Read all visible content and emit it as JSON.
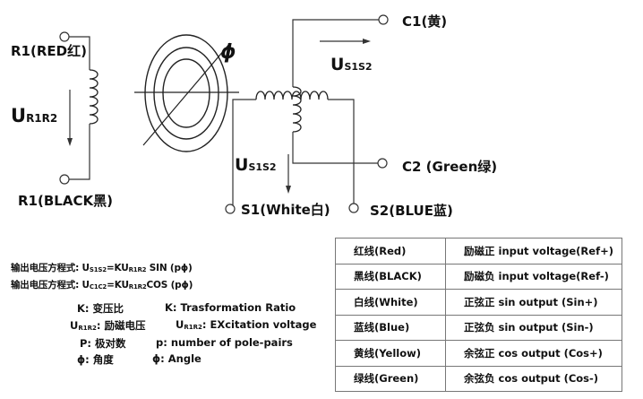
{
  "diagram": {
    "r1_red": "R1(RED红)",
    "r1_black": "R1(BLACK黑)",
    "u_r1r2": {
      "main": "U",
      "sub": "R1R2"
    },
    "phi": "ϕ",
    "c1": "C1(黄)",
    "c2": "C2 (Green绿)",
    "s1": "S1(White白)",
    "s2": "S2(BLUE蓝)",
    "u_s1s2_top": {
      "main": "U",
      "sub": "S1S2"
    },
    "u_s1s2_mid": {
      "main": "U",
      "sub": "S1S2"
    }
  },
  "formulas": [
    {
      "prefix": "输出电压方程式: U",
      "sub1": "S1S2",
      "mid": "=KU",
      "sub2": "R1R2",
      "suffix": " SIN (pϕ)"
    },
    {
      "prefix": "输出电压方程式: U",
      "sub1": "C1C2",
      "mid": "=KU",
      "sub2": "R1R2",
      "suffix": "COS (pϕ)"
    }
  ],
  "legend": {
    "k_cn": "K: 变压比",
    "k_en": "K: Trasformation Ratio",
    "u_cn_main": "U",
    "u_cn_sub": "R1R2",
    "u_cn_text": ":  励磁电压",
    "u_en_main": "U",
    "u_en_sub": "R1R2",
    "u_en_text": ": EXcitation voltage",
    "p_cn": "P: 极对数",
    "p_en": "p: number of pole-pairs",
    "phi_cn": "ϕ: 角度",
    "phi_en": "ϕ: Angle"
  },
  "pin_table": [
    {
      "wire": "红线(Red)",
      "function": "励磁正 input voltage(Ref+)"
    },
    {
      "wire": "黑线(BLACK)",
      "function": "励磁负 input voltage(Ref-)"
    },
    {
      "wire": "白线(White)",
      "function": "正弦正 sin output (Sin+)"
    },
    {
      "wire": "蓝线(Blue)",
      "function": "正弦负 sin output (Sin-)"
    },
    {
      "wire": "黄线(Yellow)",
      "function": "余弦正 cos output (Cos+)"
    },
    {
      "wire": "绿线(Green)",
      "function": "余弦负 cos output (Cos-)"
    }
  ]
}
